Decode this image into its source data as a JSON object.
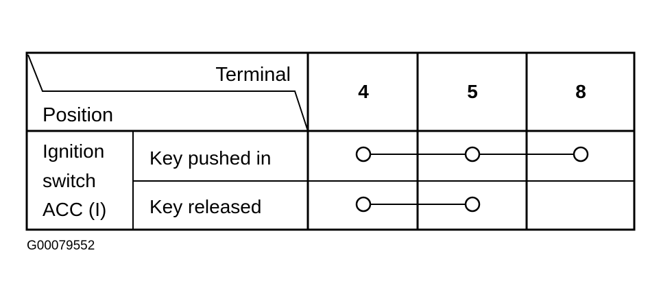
{
  "header": {
    "terminal_label": "Terminal",
    "position_label": "Position",
    "terminals": [
      "4",
      "5",
      "8"
    ]
  },
  "group": {
    "label_lines": [
      "Ignition",
      "switch",
      "ACC (I)"
    ]
  },
  "rows": [
    {
      "label": "Key pushed in",
      "connected_terminals": [
        "4",
        "5",
        "8"
      ]
    },
    {
      "label": "Key released",
      "connected_terminals": [
        "4",
        "5"
      ]
    }
  ],
  "caption": "G00079552",
  "colors": {
    "ink": "#000000",
    "background": "#ffffff"
  }
}
